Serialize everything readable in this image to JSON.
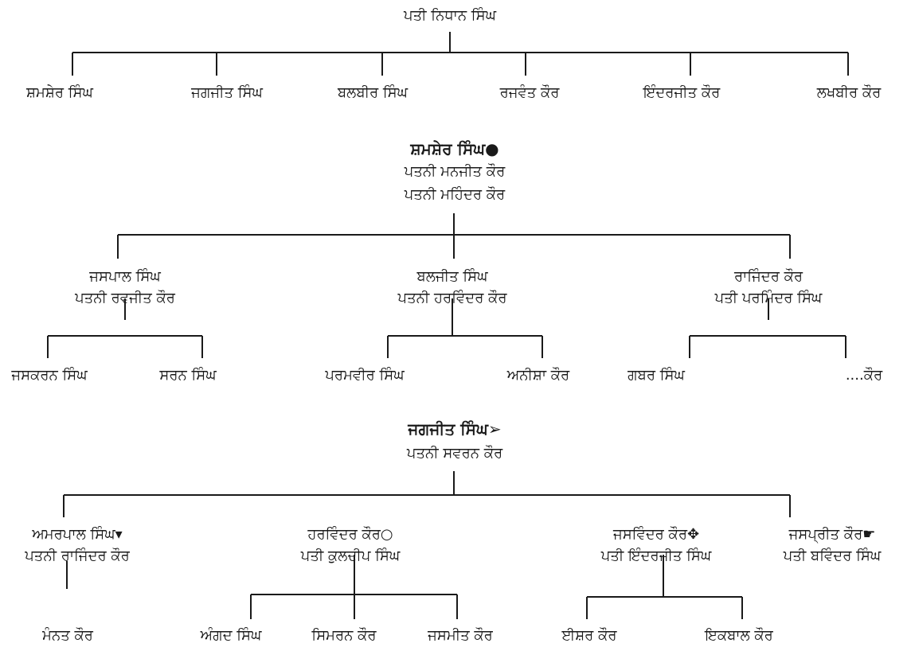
{
  "root": {
    "text": "ਪਤੀ ਨਿਧਾਨ ਸਿੰਘ"
  },
  "children": [
    {
      "name": "ਸ਼ਮਸ਼ੇਰ ਸਿੰਘ"
    },
    {
      "name": "ਜਗਜੀਤ ਸਿੰਘ"
    },
    {
      "name": "ਬਲਬੀਰ ਸਿੰਘ"
    },
    {
      "name": "ਰਜਵੰਤ ਕੌਰ"
    },
    {
      "name": "ਇੰਦਰਜੀਤ ਕੌਰ"
    },
    {
      "name": "ਲਖਬੀਰ ਕੌਰ"
    }
  ],
  "family1": {
    "head": "ਸ਼ਮਸ਼ੇਰ ਸਿੰਘ●",
    "spouse1": "ਪਤਨੀ ਮਨਜੀਤ ਕੌਰ",
    "spouse2": "ਪਤਨੀ ਮਹਿੰਦਰ ਕੌਰ",
    "children": [
      {
        "name": "ਜਸਪਾਲ ਸਿੰਘ",
        "spouse": "ਪਤਨੀ ਰਵਜੀਤ ਕੌਰ",
        "kids": [
          {
            "name": "ਜਸਕਰਨ ਸਿੰਘ"
          },
          {
            "name": "ਸਰਨ ਸਿੰਘ"
          }
        ]
      },
      {
        "name": "ਬਲਜੀਤ ਸਿੰਘ",
        "spouse": "ਪਤਨੀ ਹਰਵਿੰਦਰ ਕੌਰ",
        "kids": [
          {
            "name": "ਪਰਮਵੀਰ ਸਿੰਘ"
          },
          {
            "name": "ਅਨੀਸ਼ਾ ਕੌਰ"
          }
        ]
      },
      {
        "name": "ਰਾਜਿੰਦਰ ਕੌਰ",
        "spouse": "ਪਤੀ ਪਰਮਿੰਦਰ ਸਿੰਘ",
        "kids": [
          {
            "name": "ਗਬਰ ਸਿੰਘ"
          },
          {
            "name": "....ਕੌਰ"
          }
        ]
      }
    ]
  },
  "family2": {
    "head": "ਜਗਜੀਤ ਸਿੰਘ➢",
    "spouse": "ਪਤਨੀ ਸਵਰਨ ਕੌਰ",
    "children": [
      {
        "name": "ਅਮਰਪਾਲ ਸਿੰਘ▾",
        "spouse": "ਪਤਨੀ ਰਾਜਿੰਦਰ ਕੌਰ",
        "kids": [
          {
            "name": "ਮੰਨਤ ਕੌਰ"
          }
        ]
      },
      {
        "name": "ਹਰਵਿੰਦਰ ਕੌਰ○",
        "spouse": "ਪਤੀ ਕੁਲਦੀਪ ਸਿੰਘ",
        "kids": [
          {
            "name": "ਅੰਗਦ ਸਿੰਘ"
          },
          {
            "name": "ਸਿਮਰਨ ਕੌਰ"
          },
          {
            "name": "ਜਸਮੀਤ ਕੌਰ"
          }
        ]
      },
      {
        "name": "ਜਸਵਿੰਦਰ ਕੌਰ✥",
        "spouse": "ਪਤੀ ਇੰਦਰਜੀਤ ਸਿੰਘ",
        "kids": [
          {
            "name": "ਈਸ਼ਰ ਕੌਰ"
          },
          {
            "name": "ਇਕਬਾਲ ਕੌਰ"
          }
        ]
      },
      {
        "name": "ਜਸਪ੍ਰੀਤ ਕੌਰ☛",
        "spouse": "ਪਤੀ ਬਵਿੰਦਰ ਸਿੰਘ",
        "kids": []
      }
    ]
  }
}
